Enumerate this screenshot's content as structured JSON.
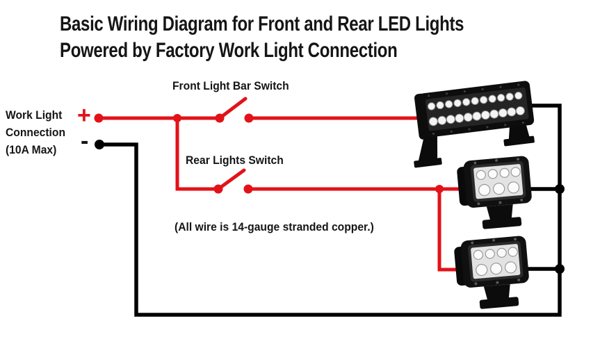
{
  "diagram": {
    "title_line1": "Basic Wiring Diagram for Front and Rear LED Lights",
    "title_line2": "Powered by Factory Work Light Connection",
    "source_label_line1": "Work Light",
    "source_label_line2": "Connection",
    "source_label_line3": "(10A Max)",
    "positive_symbol": "+",
    "negative_symbol": "-",
    "front_switch_label": "Front Light Bar Switch",
    "rear_switch_label": "Rear Lights Switch",
    "wire_note": "(All wire is 14-gauge stranded copper.)"
  },
  "colors": {
    "positive_wire": "#e31219",
    "negative_wire": "#000000",
    "background": "#ffffff",
    "text": "#151515"
  }
}
